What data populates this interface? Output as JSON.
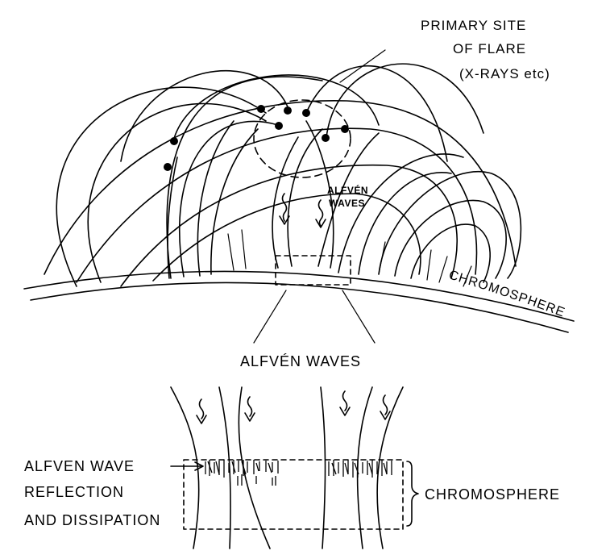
{
  "labels": {
    "primary_site": [
      "PRIMARY SITE",
      "OF FLARE",
      "(X-RAYS etc)"
    ],
    "alfven_waves_upper": [
      "ALFVÉN",
      "WAVES"
    ],
    "chromosphere_curved": "CHROMOSPHERE",
    "alfven_waves_mid": "ALFVÉN WAVES",
    "reflection": [
      "ALFVEN WAVE",
      "REFLECTION",
      "AND DISSIPATION"
    ],
    "chromosphere_lower": "CHROMOSPHERE"
  }
}
